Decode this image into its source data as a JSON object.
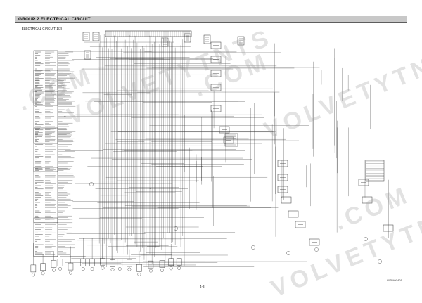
{
  "header": {
    "title": "GROUP  2  ELECTRICAL CIRCUIT"
  },
  "section": {
    "subtitle": "· ELECTRICAL CIRCUIT(1/2)"
  },
  "footer": {
    "page_number": "4-3",
    "figure_code": "80TP40CA01"
  },
  "watermark": {
    "text_a": "VOLVETYTNTS",
    "text_b": ".COM"
  }
}
